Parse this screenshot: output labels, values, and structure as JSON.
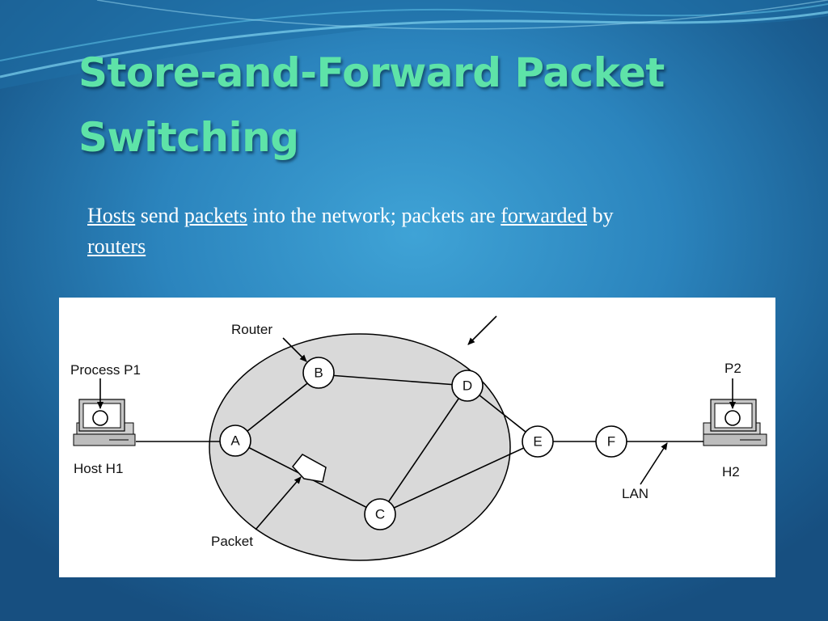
{
  "slide": {
    "title_line1": "Store-and-Forward Packet",
    "title_line2": "Switching",
    "body": {
      "w1": "Hosts",
      "t1": " send ",
      "w2": "packets",
      "t2": " into the network; packets are ",
      "w3": "forwarded",
      "t3": " by ",
      "w4": "routers"
    }
  },
  "diagram": {
    "nodes": {
      "a": "A",
      "b": "B",
      "c": "C",
      "d": "D",
      "e": "E",
      "f": "F"
    },
    "labels": {
      "router": "Router",
      "process_p1": "Process P1",
      "host_h1": "Host H1",
      "p2": "P2",
      "h2": "H2",
      "lan": "LAN",
      "packet": "Packet"
    },
    "colors": {
      "network_fill": "#d9d9d9",
      "title": "#5ee3a8"
    },
    "icons": [
      "computer-icon",
      "packet-icon",
      "arrow-icon"
    ]
  }
}
